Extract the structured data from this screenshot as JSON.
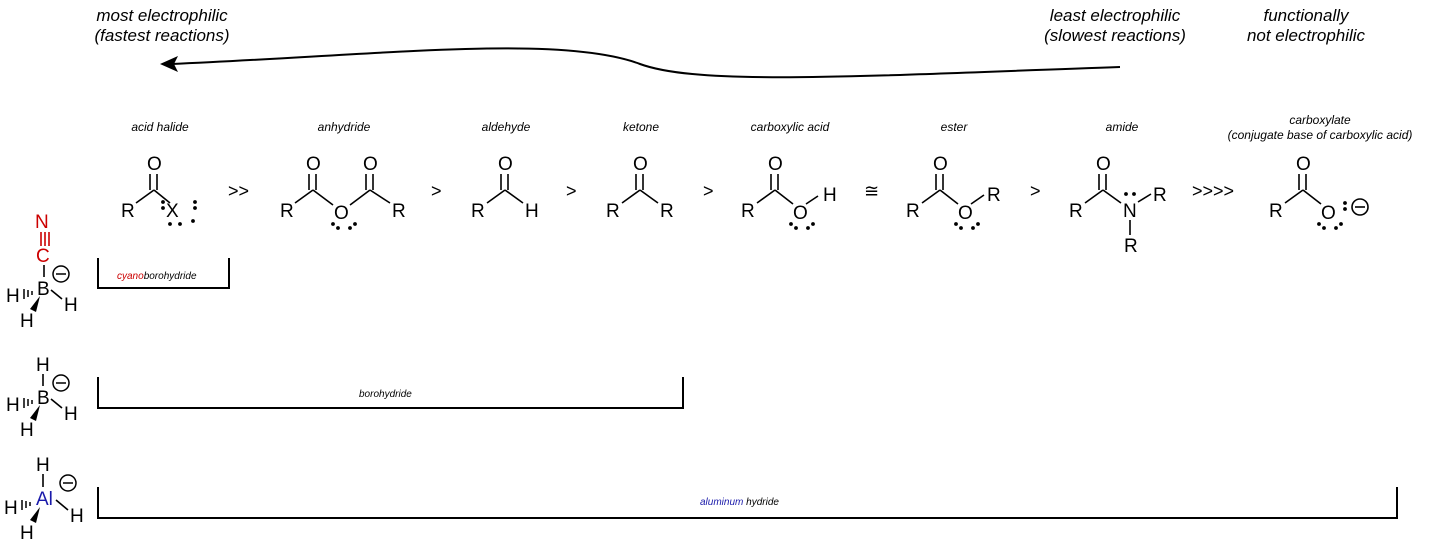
{
  "header": {
    "most_line1": "most electrophilic",
    "most_line2": "(fastest reactions)",
    "least_line1": "least electrophilic",
    "least_line2": "(slowest reactions)",
    "func_line1": "functionally",
    "func_line2": "not electrophilic"
  },
  "compounds": {
    "acid_halide": "acid halide",
    "anhydride": "anhydride",
    "aldehyde": "aldehyde",
    "ketone": "ketone",
    "carboxylic_acid": "carboxylic acid",
    "ester": "ester",
    "amide": "amide",
    "carboxylate_line1": "carboxylate",
    "carboxylate_line2": "(conjugate base of carboxylic acid)"
  },
  "operators": [
    ">>",
    ">",
    ">",
    ">",
    "≅",
    ">",
    ">>>>"
  ],
  "atoms": {
    "R": "R",
    "O": "O",
    "X": "X",
    "H": "H",
    "N": "N",
    "C": "C",
    "B": "B",
    "Al": "Al",
    "minus": "−"
  },
  "reagents": {
    "cyano_part": "cyano",
    "borohydride_part": "borohydride",
    "borohydride": "borohydride",
    "aluminum_part": "aluminum",
    "hydride_part": " hydride"
  },
  "colors": {
    "cyano": "#cc0000",
    "aluminum": "#1a1aaa",
    "ink": "#000000"
  }
}
